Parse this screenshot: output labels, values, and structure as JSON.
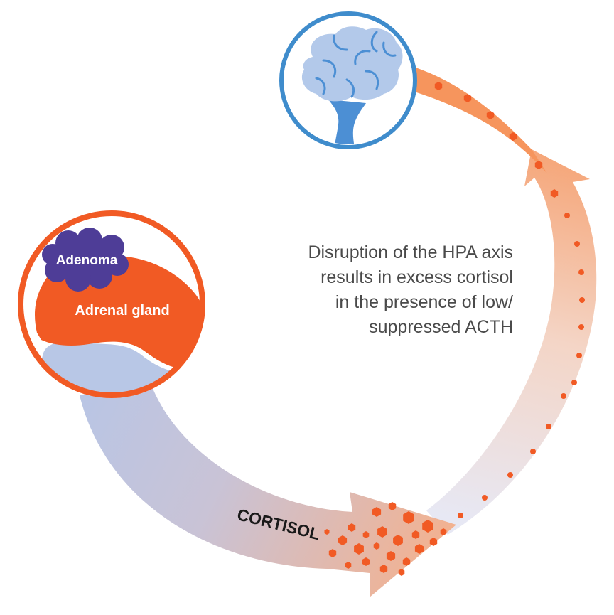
{
  "labels": {
    "adenoma": "Adenoma",
    "adrenal_gland": "Adrenal gland",
    "cortisol": "CORTISOL"
  },
  "caption": {
    "lines": [
      "Disruption of the HPA axis",
      "results in excess cortisol",
      "in the presence of low/",
      "suppressed ACTH"
    ]
  },
  "icons": {
    "brain": "brain-icon",
    "adrenal": "adrenal-gland-icon",
    "adenoma": "adenoma-cloud-icon"
  },
  "colors": {
    "orange": "#f15a24",
    "peach": "#f7a47d",
    "blue_ring": "#3f8ccc",
    "brain_fill": "#b3c9ea",
    "adenoma_purple": "#4e3d97",
    "pale_blue": "#b8c7e6",
    "caption_text": "#4a4a4a"
  }
}
